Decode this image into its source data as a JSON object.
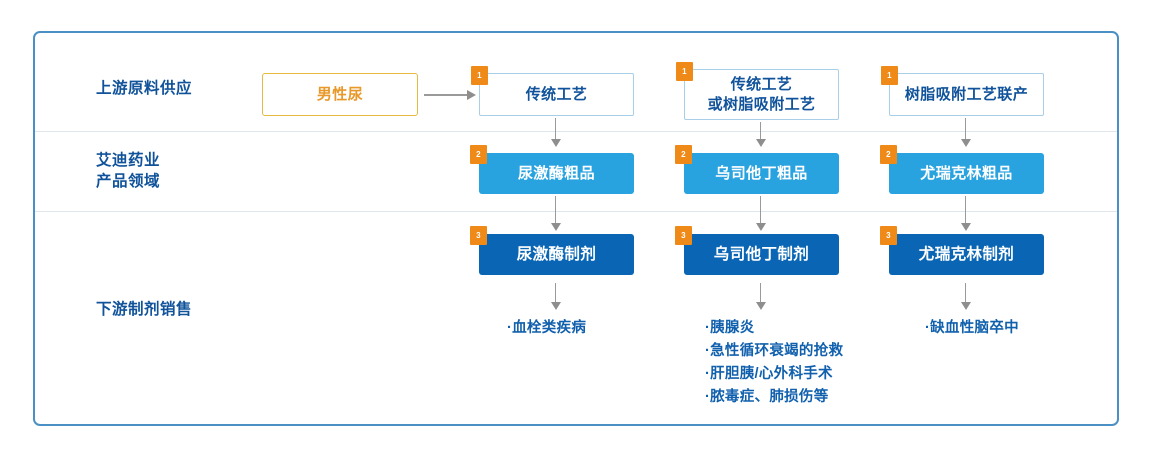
{
  "diagram": {
    "title_rows": [
      {
        "id": "upstream",
        "label": "上游原料供应"
      },
      {
        "id": "products",
        "label": "艾迪药业\n产品领域"
      },
      {
        "id": "downstream",
        "label": "下游制剂销售"
      }
    ],
    "source_node": {
      "label": "男性尿",
      "badge": ""
    },
    "columns": [
      {
        "process": {
          "label": "传统工艺",
          "badge": "1"
        },
        "crude": {
          "label": "尿激酶粗品",
          "badge": "2"
        },
        "prep": {
          "label": "尿激酶制剂",
          "badge": "3"
        },
        "indications": [
          "·血栓类疾病"
        ]
      },
      {
        "process": {
          "label": "传统工艺\n或树脂吸附工艺",
          "badge": "1"
        },
        "crude": {
          "label": "乌司他丁粗品",
          "badge": "2"
        },
        "prep": {
          "label": "乌司他丁制剂",
          "badge": "3"
        },
        "indications": [
          "·胰腺炎",
          "·急性循环衰竭的抢救",
          "·肝胆胰/心外科手术",
          "·脓毒症、肺损伤等"
        ]
      },
      {
        "process": {
          "label": "树脂吸附工艺联产",
          "badge": "1"
        },
        "crude": {
          "label": "尤瑞克林粗品",
          "badge": "2"
        },
        "prep": {
          "label": "尤瑞克林制剂",
          "badge": "3"
        },
        "indications": [
          "·缺血性脑卒中"
        ]
      }
    ],
    "colors": {
      "frame_border": "#4a90c4",
      "divider": "#dfe7ee",
      "label_text": "#11539b",
      "source_border": "#e8b93f",
      "source_text": "#e8992a",
      "process_border": "#a9cfe8",
      "process_text": "#11539b",
      "crude_fill": "#29a3e0",
      "prep_fill": "#0a66b5",
      "badge_fill": "#ef8a18",
      "arrow": "#8e8e8e",
      "indication_text": "#1160ad"
    }
  }
}
